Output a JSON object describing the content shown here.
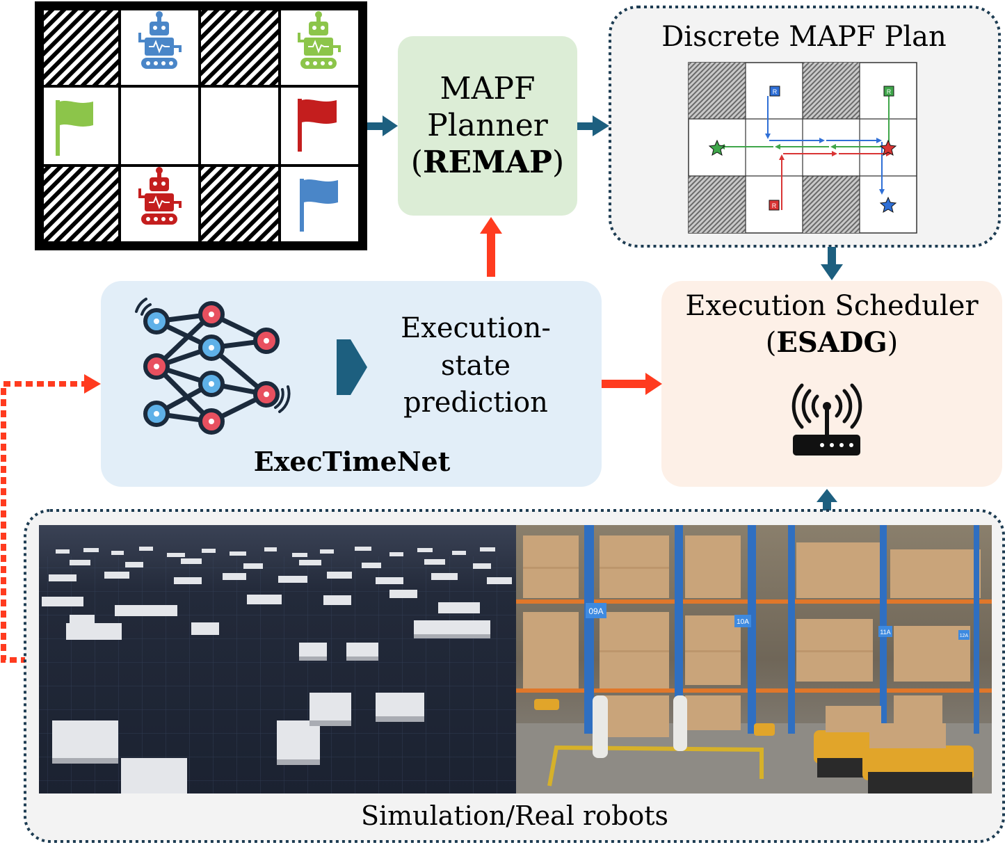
{
  "planner": {
    "line1": "MAPF",
    "line2": "Planner",
    "paren_open": "(",
    "name": "REMAP",
    "paren_close": ")"
  },
  "plan": {
    "title": "Discrete MAPF Plan",
    "robot_letter": "R",
    "robots": [
      {
        "name": "blue",
        "color": "#2f6fd6"
      },
      {
        "name": "green",
        "color": "#3fa64a"
      },
      {
        "name": "red",
        "color": "#d93434"
      }
    ]
  },
  "scheduler": {
    "line1": "Execution Scheduler",
    "paren_open": "(",
    "name": "ESADG",
    "paren_close": ")"
  },
  "exectimenet": {
    "name": "ExecTimeNet",
    "pred_line1": "Execution-",
    "pred_line2": "state",
    "pred_line3": "prediction"
  },
  "bottom": {
    "label": "Simulation/Real robots",
    "rack_labels": [
      "09A",
      "10A",
      "11A",
      "12A"
    ]
  },
  "colors": {
    "accent_teal": "#1d5f7f",
    "accent_red": "#ff3b1f",
    "planner_bg": "#dcedd6",
    "exec_bg": "#e2eef8",
    "sched_bg": "#fdf0e7",
    "robot_blue": "#4a86c8",
    "robot_green": "#8cc54a",
    "robot_red": "#c41e1e"
  }
}
